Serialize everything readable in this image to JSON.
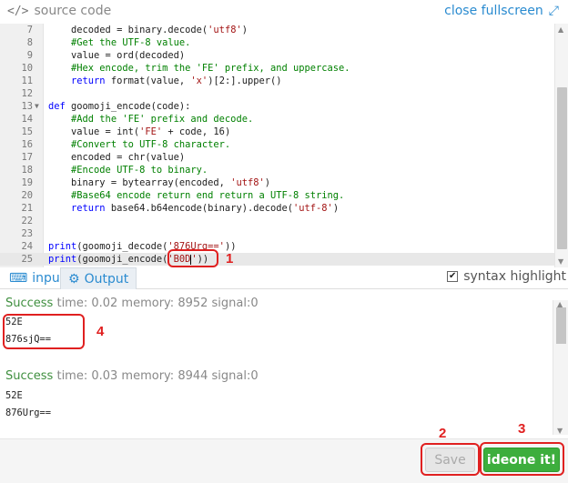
{
  "header": {
    "code_icon": "</>",
    "title": "source code",
    "close_label": "close fullscreen",
    "expand_icon": "⤢"
  },
  "editor": {
    "lines": [
      {
        "n": "7",
        "parts": [
          [
            "",
            "    decoded = binary.decode("
          ],
          [
            "st",
            "'utf8'"
          ],
          [
            "",
            ")"
          ]
        ]
      },
      {
        "n": "8",
        "parts": [
          [
            "cm",
            "    #Get the UTF-8 value."
          ]
        ]
      },
      {
        "n": "9",
        "parts": [
          [
            "",
            "    value = ord(decoded)"
          ]
        ]
      },
      {
        "n": "10",
        "parts": [
          [
            "cm",
            "    #Hex encode, trim the 'FE' prefix, and uppercase."
          ]
        ]
      },
      {
        "n": "11",
        "parts": [
          [
            "kw",
            "    return"
          ],
          [
            "",
            " format(value, "
          ],
          [
            "st",
            "'x'"
          ],
          [
            "",
            ")[2:].upper()"
          ]
        ]
      },
      {
        "n": "12",
        "parts": [
          [
            "",
            ""
          ]
        ]
      },
      {
        "n": "13",
        "fold": true,
        "parts": [
          [
            "kw",
            "def"
          ],
          [
            "",
            " goomoji_encode(code):"
          ]
        ]
      },
      {
        "n": "14",
        "parts": [
          [
            "cm",
            "    #Add the 'FE' prefix and decode."
          ]
        ]
      },
      {
        "n": "15",
        "parts": [
          [
            "",
            "    value = int("
          ],
          [
            "st",
            "'FE'"
          ],
          [
            "",
            " + code, 16)"
          ]
        ]
      },
      {
        "n": "16",
        "parts": [
          [
            "cm",
            "    #Convert to UTF-8 character."
          ]
        ]
      },
      {
        "n": "17",
        "parts": [
          [
            "",
            "    encoded = chr(value)"
          ]
        ]
      },
      {
        "n": "18",
        "parts": [
          [
            "cm",
            "    #Encode UTF-8 to binary."
          ]
        ]
      },
      {
        "n": "19",
        "parts": [
          [
            "",
            "    binary = bytearray(encoded, "
          ],
          [
            "st",
            "'utf8'"
          ],
          [
            "",
            ")"
          ]
        ]
      },
      {
        "n": "20",
        "parts": [
          [
            "cm",
            "    #Base64 encode return end return a UTF-8 string."
          ]
        ]
      },
      {
        "n": "21",
        "parts": [
          [
            "kw",
            "    return"
          ],
          [
            "",
            " base64.b64encode(binary).decode("
          ],
          [
            "st",
            "'utf-8'"
          ],
          [
            "",
            ")"
          ]
        ]
      },
      {
        "n": "22",
        "parts": [
          [
            "",
            ""
          ]
        ]
      },
      {
        "n": "23",
        "parts": [
          [
            "",
            ""
          ]
        ]
      },
      {
        "n": "24",
        "parts": [
          [
            "kw",
            "print"
          ],
          [
            "",
            "(goomoji_decode("
          ],
          [
            "st",
            "'876Urg=='"
          ],
          [
            "",
            "))"
          ]
        ]
      },
      {
        "n": "25",
        "active": true,
        "cursor_after": 2,
        "parts": [
          [
            "kw",
            "print"
          ],
          [
            "",
            "(goomoji_encode("
          ],
          [
            "st",
            "'B0D"
          ],
          [
            "st",
            "'"
          ],
          [
            "",
            "))"
          ]
        ]
      }
    ]
  },
  "tabs": {
    "input_label": "input",
    "output_label": "Output",
    "syntax_label": "syntax highlight",
    "syntax_checked": "✔"
  },
  "output": {
    "runs": [
      {
        "status": "Success",
        "info": " time: 0.02 memory: 8952 signal:0",
        "lines": [
          "52E",
          "876sjQ=="
        ]
      },
      {
        "status": "Success",
        "info": " time: 0.03 memory: 8944 signal:0",
        "lines": [
          "52E",
          "876Urg=="
        ]
      }
    ]
  },
  "footer": {
    "save_label": "Save",
    "run_label": "ideone it!"
  },
  "annotations": {
    "m1": "1",
    "m2": "2",
    "m3": "3",
    "m4": "4",
    "color": "#e02020"
  }
}
